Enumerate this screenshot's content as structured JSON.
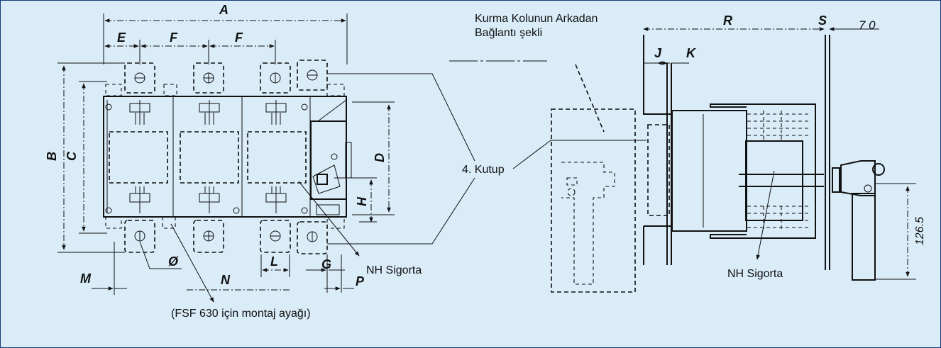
{
  "labels": {
    "top_note_line1": "Kurma Kolunun Arkadan",
    "top_note_line2": "Bağlantı şekli",
    "pole4": "4. Kutup",
    "fuse_left": "NH Sigorta",
    "fuse_right": "NH Sigorta",
    "mount_note": "(FSF 630 için montaj ayağı)",
    "dim_126": "126.5",
    "dim_70": "7 0"
  },
  "dimensions": {
    "A": "A",
    "B": "B",
    "C": "C",
    "D": "D",
    "E": "E",
    "F1": "F",
    "F2": "F",
    "G": "G",
    "H": "H",
    "J": "J",
    "K": "K",
    "L": "L",
    "M": "M",
    "N": "N",
    "P": "P",
    "R": "R",
    "S": "S",
    "O": "Ø"
  },
  "colors": {
    "background": "#d9ecf8",
    "border": "#16397a",
    "ink": "#111111"
  }
}
